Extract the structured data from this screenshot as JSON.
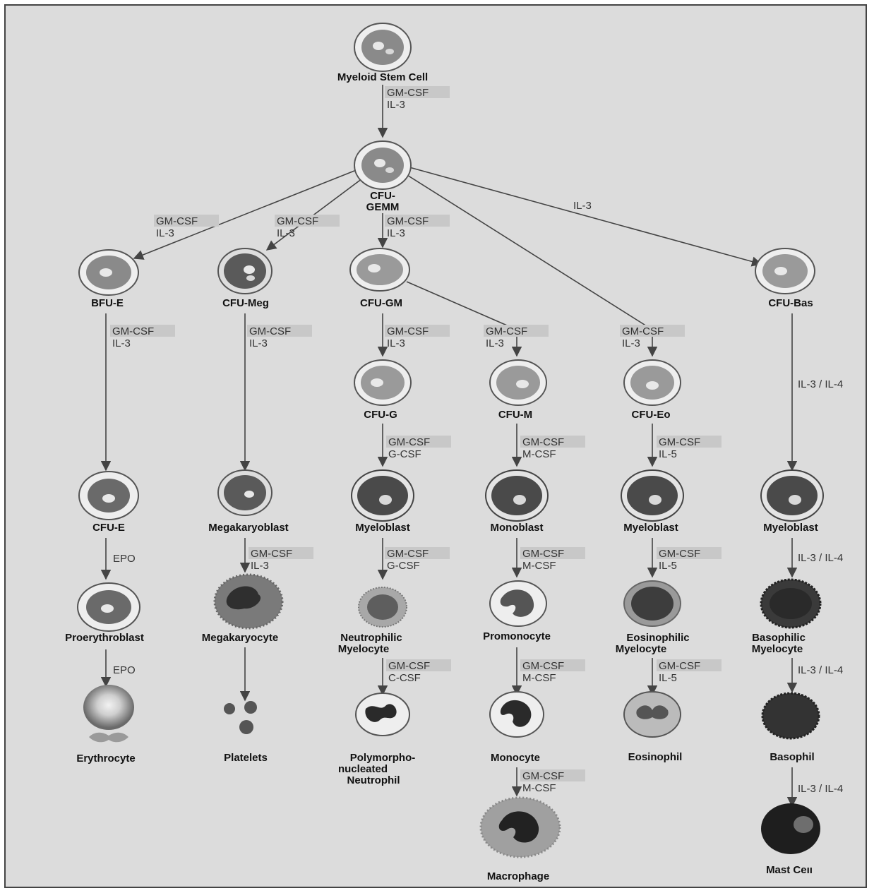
{
  "title": "",
  "cells": {
    "myeloid_stem": "Myeloid Stem Cell",
    "cfu_gemm_1": "CFU-",
    "cfu_gemm_2": "GEMM",
    "bfu_e": "BFU-E",
    "cfu_meg": "CFU-Meg",
    "cfu_gm": "CFU-GM",
    "cfu_bas": "CFU-Bas",
    "cfu_g": "CFU-G",
    "cfu_m": "CFU-M",
    "cfu_eo": "CFU-Eo",
    "cfu_e": "CFU-E",
    "megakaryoblast": "Megakaryoblast",
    "myeloblast_g": "Myeloblast",
    "monoblast": "Monoblast",
    "myeloblast_eo": "Myeloblast",
    "myeloblast_bas": "Myeloblast",
    "proerythroblast": "Proerythroblast",
    "megakaryocyte": "Megakaryocyte",
    "neutro_myelo_1": "Neutrophilic",
    "neutro_myelo_2": "Myelocyte",
    "promonocyte": "Promonocyte",
    "eosino_myelo_1": "Eosinophilic",
    "eosino_myelo_2": "Myelocyte",
    "baso_myelo_1": "Basophilic",
    "baso_myelo_2": "Myelocyte",
    "erythrocyte": "Erythrocyte",
    "platelets": "Platelets",
    "pmn_1": "Polymorpho-",
    "pmn_2": "nucleated",
    "pmn_3": "Neutrophil",
    "monocyte": "Monocyte",
    "eosinophil": "Eosinophil",
    "basophil": "Basophil",
    "macrophage": "Macrophage",
    "mast_cell": "Mast Ceıı"
  },
  "factors": {
    "gmcsf": "GM-CSF",
    "il3": "IL-3",
    "gcsf": "G-CSF",
    "mcsf": "M-CSF",
    "ccsf": "C-CSF",
    "il5": "IL-5",
    "epo": "EPO",
    "il3_il4": "IL-3 / IL-4"
  },
  "colors": {
    "background": "#dcdcdc",
    "factor_highlight": "#c8c8c8",
    "cell_fill": "#9a9a9a",
    "nucleus_fill": "#3a3a3a"
  }
}
